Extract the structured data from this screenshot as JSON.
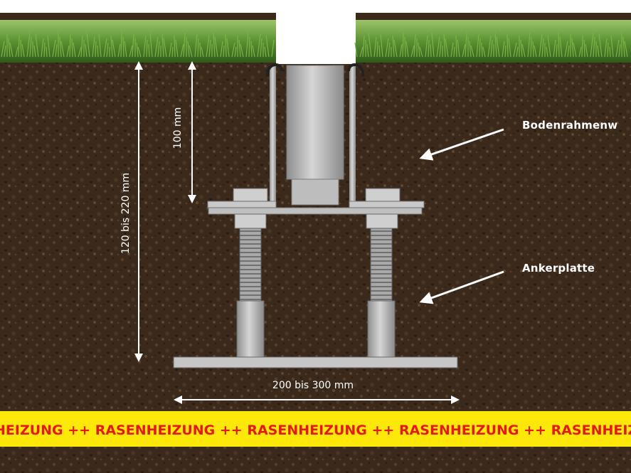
{
  "labels": {
    "frame": "Bodenrahmenw",
    "anchor_plate": "Ankerplatte"
  },
  "dimensions": {
    "depth_upper": "100 mm",
    "depth_total": "120 bis 220 mm",
    "width": "200 bis 300 mm"
  },
  "banner": {
    "text": "HEIZUNG ++ RASENHEIZUNG ++ RASENHEIZUNG ++ RASENHEIZUNG ++ RASENHEIZUNG ++ RASENHEIZ",
    "background": "#fde80a",
    "text_color": "#e31a1a"
  },
  "colors": {
    "soil": "#3b2a1c",
    "grass": "#4f8a2a",
    "metal": "#b7b7b7"
  }
}
